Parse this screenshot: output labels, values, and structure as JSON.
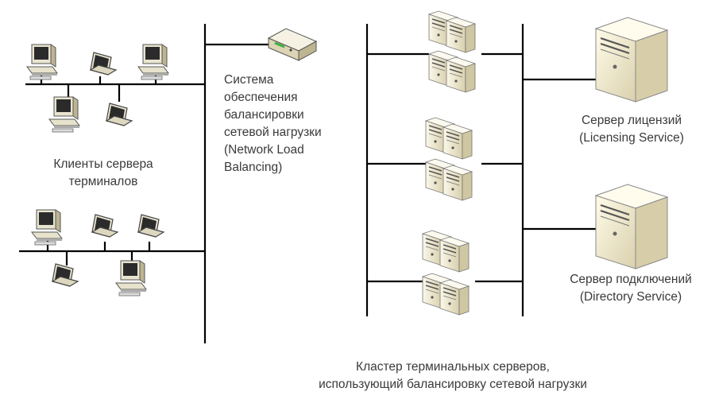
{
  "clients": {
    "label_lines": [
      "Клиенты сервера",
      "терминалов"
    ]
  },
  "nlb": {
    "label_lines": [
      "Система",
      "обеспечения",
      "балансировки",
      "сетевой нагрузки",
      "(Network Load",
      "Balancing)"
    ]
  },
  "licensing": {
    "label_lines": [
      "Сервер лицензий",
      "(Licensing Service)"
    ]
  },
  "directory": {
    "label_lines": [
      "Сервер подключений",
      "(Directory Service)"
    ]
  },
  "cluster": {
    "label_lines": [
      "Кластер терминальных серверов,",
      "использующий балансировку сетевой нагрузки"
    ]
  },
  "colors": {
    "line": "#000000",
    "device_fill": "#f1ecd6",
    "device_dark": "#c9c1a2",
    "screen": "#2b2b2b",
    "led_green": "#3cb043"
  }
}
